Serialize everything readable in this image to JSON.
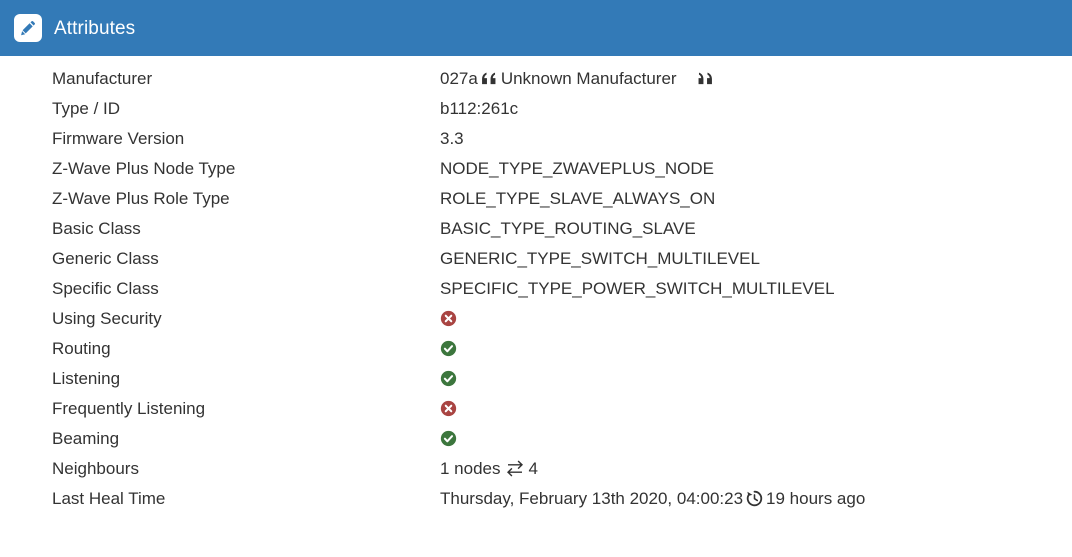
{
  "header": {
    "icon": "pencil-edit-icon",
    "title": "Attributes",
    "background_color": "#337ab7",
    "icon_color": "#337ab7"
  },
  "colors": {
    "ok": "#3c763d",
    "error": "#a94442",
    "text": "#333333"
  },
  "rows": [
    {
      "label": "Manufacturer",
      "type": "quoted",
      "prefix": "027a",
      "quoted_text": "Unknown Manufacturer",
      "quote_open": "“",
      "quote_close": "”"
    },
    {
      "label": "Type / ID",
      "type": "text",
      "value": "b112:261c"
    },
    {
      "label": "Firmware Version",
      "type": "text",
      "value": "3.3"
    },
    {
      "label": "Z-Wave Plus Node Type",
      "type": "text",
      "value": "NODE_TYPE_ZWAVEPLUS_NODE"
    },
    {
      "label": "Z-Wave Plus Role Type",
      "type": "text",
      "value": "ROLE_TYPE_SLAVE_ALWAYS_ON"
    },
    {
      "label": "Basic Class",
      "type": "text",
      "value": "BASIC_TYPE_ROUTING_SLAVE"
    },
    {
      "label": "Generic Class",
      "type": "text",
      "value": "GENERIC_TYPE_SWITCH_MULTILEVEL"
    },
    {
      "label": "Specific Class",
      "type": "text",
      "value": "SPECIFIC_TYPE_POWER_SWITCH_MULTILEVEL"
    },
    {
      "label": "Using Security",
      "type": "status",
      "status": "false",
      "icon": "times-circle-icon"
    },
    {
      "label": "Routing",
      "type": "status",
      "status": "true",
      "icon": "check-circle-icon"
    },
    {
      "label": "Listening",
      "type": "status",
      "status": "true",
      "icon": "check-circle-icon"
    },
    {
      "label": "Frequently Listening",
      "type": "status",
      "status": "false",
      "icon": "times-circle-icon"
    },
    {
      "label": "Beaming",
      "type": "status",
      "status": "true",
      "icon": "check-circle-icon"
    },
    {
      "label": "Neighbours",
      "type": "neighbours",
      "count_text": "1 nodes",
      "icon": "exchange-arrows-icon",
      "node_id": "4"
    },
    {
      "label": "Last Heal Time",
      "type": "heal",
      "timestamp": "Thursday, February 13th 2020, 04:00:23",
      "icon": "history-clock-icon",
      "relative": "19 hours ago"
    }
  ]
}
